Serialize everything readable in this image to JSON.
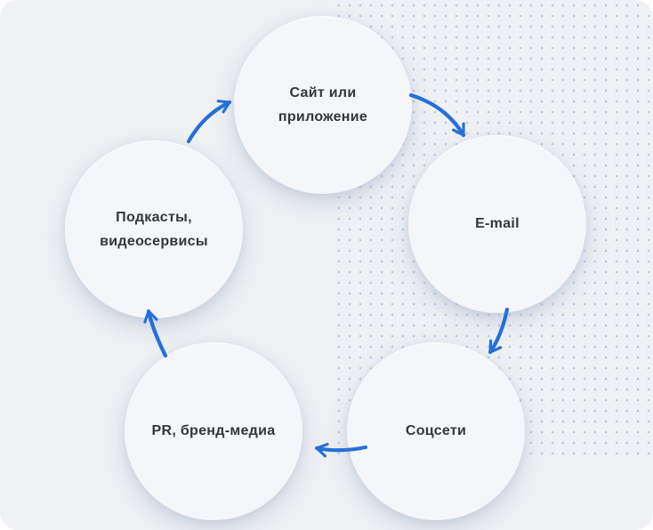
{
  "canvas": {
    "background_color": "#eff1f4",
    "dot_color": "#b6c5e6",
    "node_fill": "#f5f6f9",
    "text_color": "#33363b",
    "arrow_color": "#2470d9"
  },
  "diagram": {
    "type": "cycle",
    "nodes": [
      {
        "id": "site-or-app",
        "label": "Сайт или приложение"
      },
      {
        "id": "email",
        "label": "E-mail"
      },
      {
        "id": "social",
        "label": "Соцсети"
      },
      {
        "id": "pr-brand-media",
        "label": "PR, бренд-медиа"
      },
      {
        "id": "podcasts-video",
        "line1": "Подкасты,",
        "line2": "видеосервисы"
      }
    ],
    "edges": [
      {
        "from": "podcasts-video",
        "to": "site-or-app"
      },
      {
        "from": "site-or-app",
        "to": "email"
      },
      {
        "from": "email",
        "to": "social"
      },
      {
        "from": "social",
        "to": "pr-brand-media"
      },
      {
        "from": "pr-brand-media",
        "to": "podcasts-video"
      }
    ]
  }
}
